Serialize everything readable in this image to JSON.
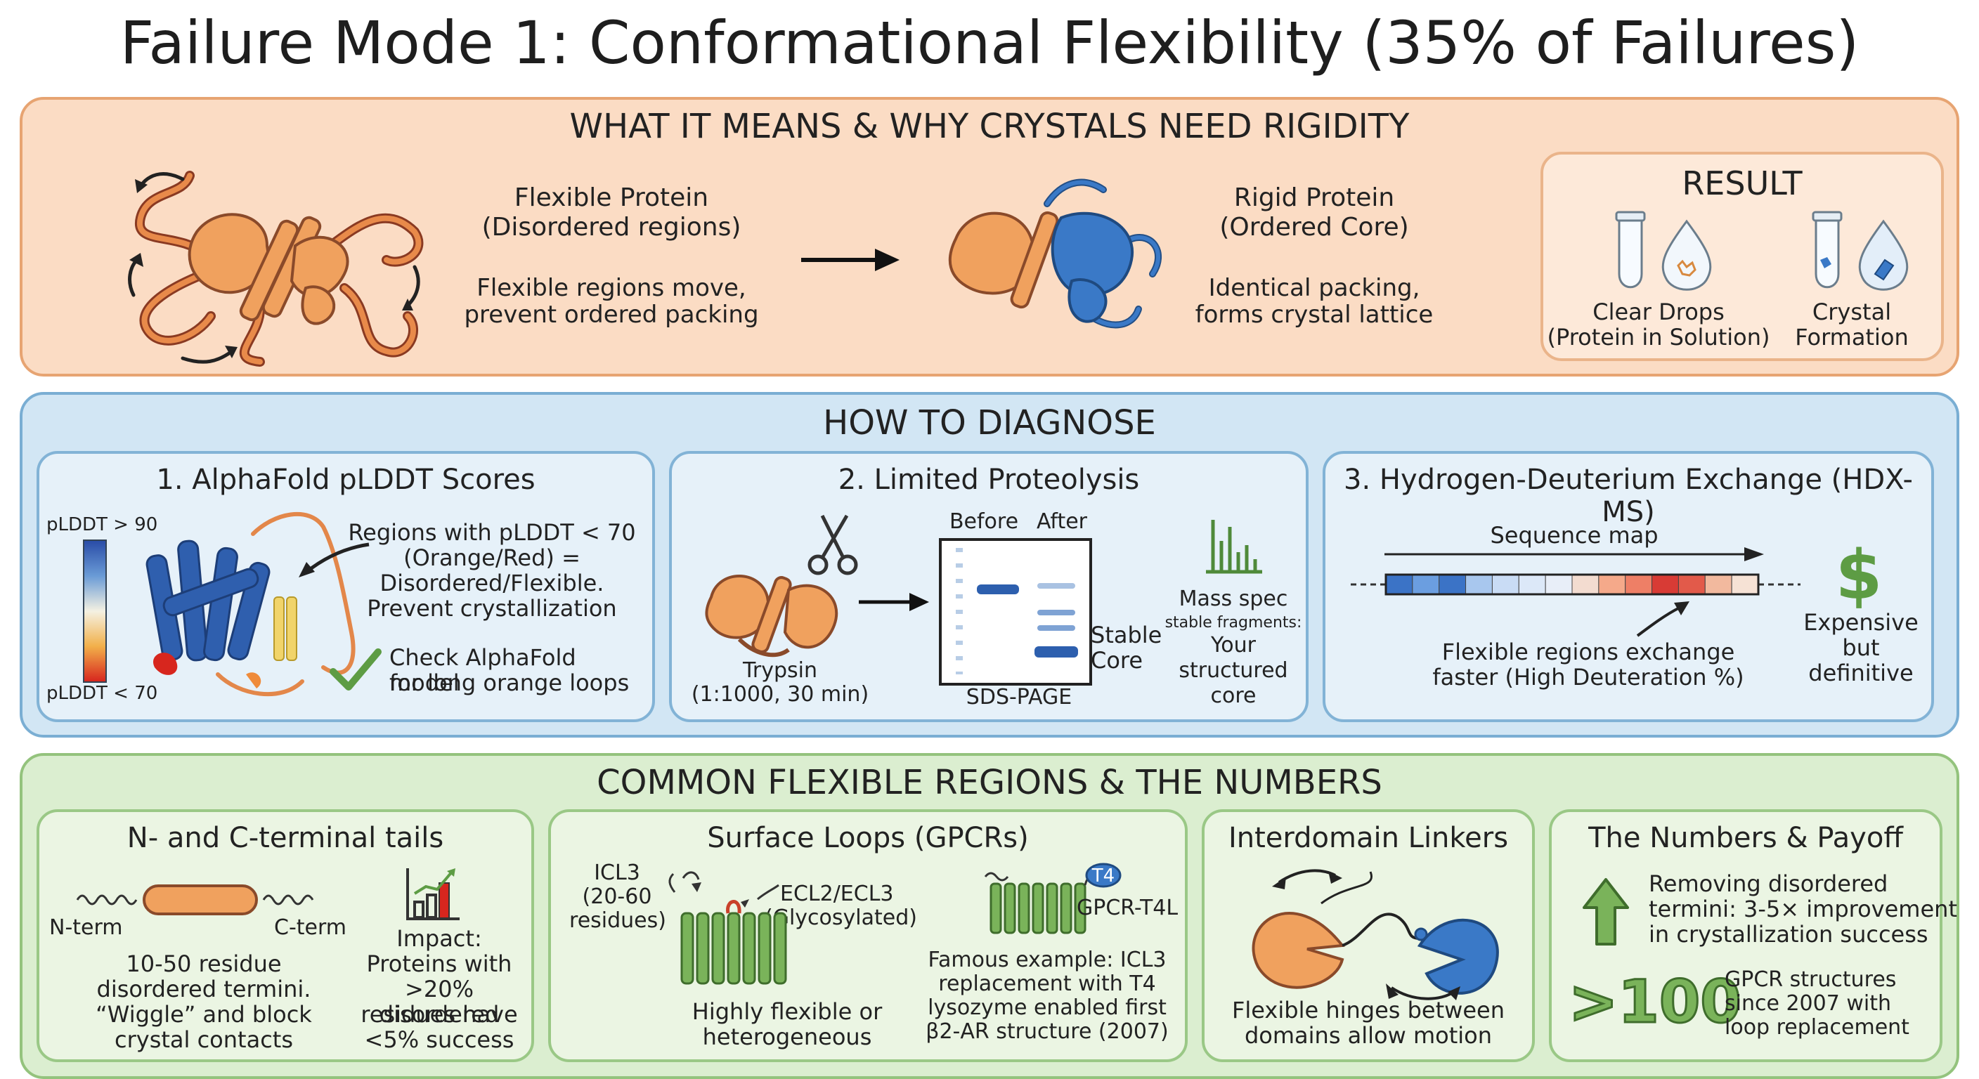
{
  "title": "Failure Mode 1: Conformational Flexibility (35% of Failures)",
  "meaning": {
    "heading": "WHAT IT MEANS & WHY CRYSTALS NEED RIGIDITY",
    "flexible_title_1": "Flexible Protein",
    "flexible_title_2": "(Disordered regions)",
    "flexible_desc_1": "Flexible regions move,",
    "flexible_desc_2": "prevent ordered packing",
    "rigid_title_1": "Rigid Protein",
    "rigid_title_2": "(Ordered Core)",
    "rigid_desc_1": "Identical packing,",
    "rigid_desc_2": "forms crystal lattice",
    "result": {
      "heading": "RESULT",
      "clear_1": "Clear Drops",
      "clear_2": "(Protein in Solution)",
      "crystal_1": "Crystal",
      "crystal_2": "Formation"
    }
  },
  "diagnose": {
    "heading": "HOW TO DIAGNOSE",
    "alphafold": {
      "title": "1. AlphaFold pLDDT Scores",
      "scale_high": "pLDDT > 90",
      "scale_low": "pLDDT < 70",
      "desc": [
        "Regions with pLDDT < 70",
        "(Orange/Red) =",
        "Disordered/Flexible.",
        "Prevent crystallization"
      ],
      "check": [
        "Check AlphaFold model",
        "for long orange loops"
      ]
    },
    "proteolysis": {
      "title": "2. Limited Proteolysis",
      "before": "Before",
      "after": "After",
      "trypsin_1": "Trypsin",
      "trypsin_2": "(1:1000, 30 min)",
      "gel_label": "SDS-PAGE",
      "stable_1": "Stable",
      "stable_2": "Core",
      "mass_spec": "Mass spec",
      "stable_fragments": "stable fragments:",
      "your_1": "Your",
      "your_2": "structured",
      "your_3": "core"
    },
    "hdx": {
      "title": "3. Hydrogen-Deuterium Exchange (HDX-MS)",
      "seq_map": "Sequence map",
      "desc_1": "Flexible regions exchange",
      "desc_2": "faster (High Deuteration %)",
      "cost_1": "Expensive",
      "cost_2": "but definitive",
      "segment_colors": [
        "#3b73c6",
        "#6b9ee0",
        "#3b73c6",
        "#a8c7ee",
        "#c9dcf5",
        "#dce8f8",
        "#e8eef8",
        "#f3dcd0",
        "#f5a98a",
        "#ee7f66",
        "#d83b35",
        "#e25a4a",
        "#f2b99e",
        "#f6e2d5"
      ]
    }
  },
  "regions": {
    "heading": "COMMON FLEXIBLE REGIONS & THE NUMBERS",
    "tails": {
      "title": "N- and C-terminal tails",
      "n_term": "N-term",
      "c_term": "C-term",
      "desc": [
        "10-50 residue",
        "disordered termini.",
        "“Wiggle” and block",
        "crystal contacts"
      ],
      "impact": [
        "Impact:",
        "Proteins with",
        ">20% disordered",
        "residues have",
        "<5% success"
      ]
    },
    "loops": {
      "title": "Surface Loops (GPCRs)",
      "icl3_1": "ICL3",
      "icl3_2": "(20-60",
      "icl3_3": "residues)",
      "ecl_1": "ECL2/ECL3",
      "ecl_2": "(Glycosylated)",
      "t4": "T4",
      "gpcr_t4l": "GPCR-T4L",
      "flex_1": "Highly flexible or",
      "flex_2": "heterogeneous",
      "famous": [
        "Famous example: ICL3",
        "replacement with T4",
        "lysozyme enabled first",
        "β2-AR structure (2007)"
      ]
    },
    "linkers": {
      "title": "Interdomain Linkers",
      "desc_1": "Flexible hinges between",
      "desc_2": "domains allow motion"
    },
    "numbers": {
      "title": "The Numbers & Payoff",
      "removing": [
        "Removing disordered",
        "termini: 3-5× improvement",
        "in crystallization success"
      ],
      "big_number": ">100",
      "gpcr": [
        "GPCR structures",
        "since 2007 with",
        "loop replacement"
      ]
    }
  },
  "colors": {
    "orange": "#f0a15e",
    "blue": "#3a79c7",
    "green": "#6ea450",
    "dark_outline": "#8a4a2a"
  }
}
